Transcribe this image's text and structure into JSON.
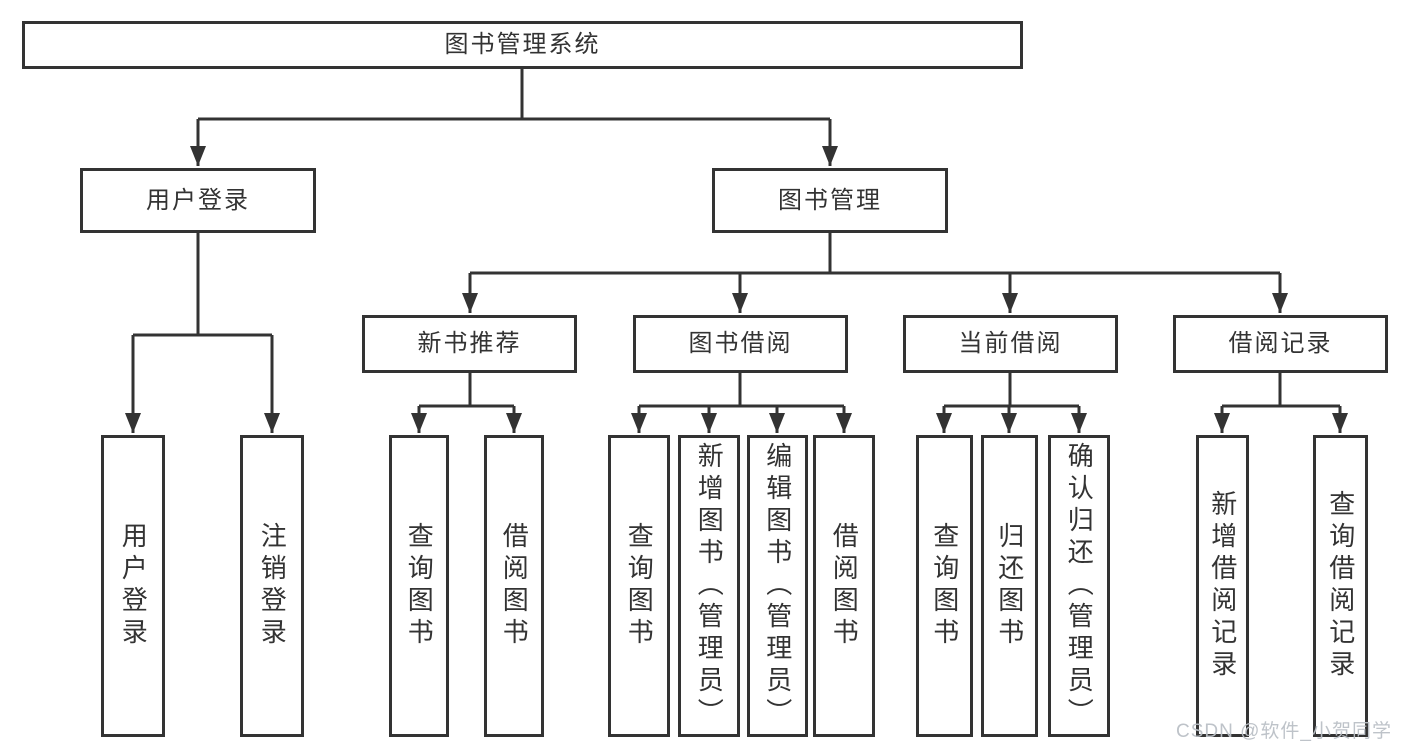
{
  "tree": {
    "root": "图书管理系统",
    "user_login": {
      "label": "用户登录",
      "children": [
        "用户登录",
        "注销登录"
      ]
    },
    "book_management": {
      "label": "图书管理",
      "groups": [
        {
          "label": "新书推荐",
          "children": [
            "查询图书",
            "借阅图书"
          ]
        },
        {
          "label": "图书借阅",
          "children": [
            "查询图书",
            "新增图书（管理员）",
            "编辑图书（管理员）",
            "借阅图书"
          ]
        },
        {
          "label": "当前借阅",
          "children": [
            "查询图书",
            "归还图书",
            "确认归还（管理员）"
          ]
        },
        {
          "label": "借阅记录",
          "children": [
            "新增借阅记录",
            "查询借阅记录"
          ]
        }
      ]
    }
  },
  "watermark": "CSDN @软件_小贺同学",
  "colors": {
    "line": "#333333",
    "border": "#333333",
    "text": "#333333",
    "background": "#ffffff",
    "watermark": "#bbc0c6"
  }
}
